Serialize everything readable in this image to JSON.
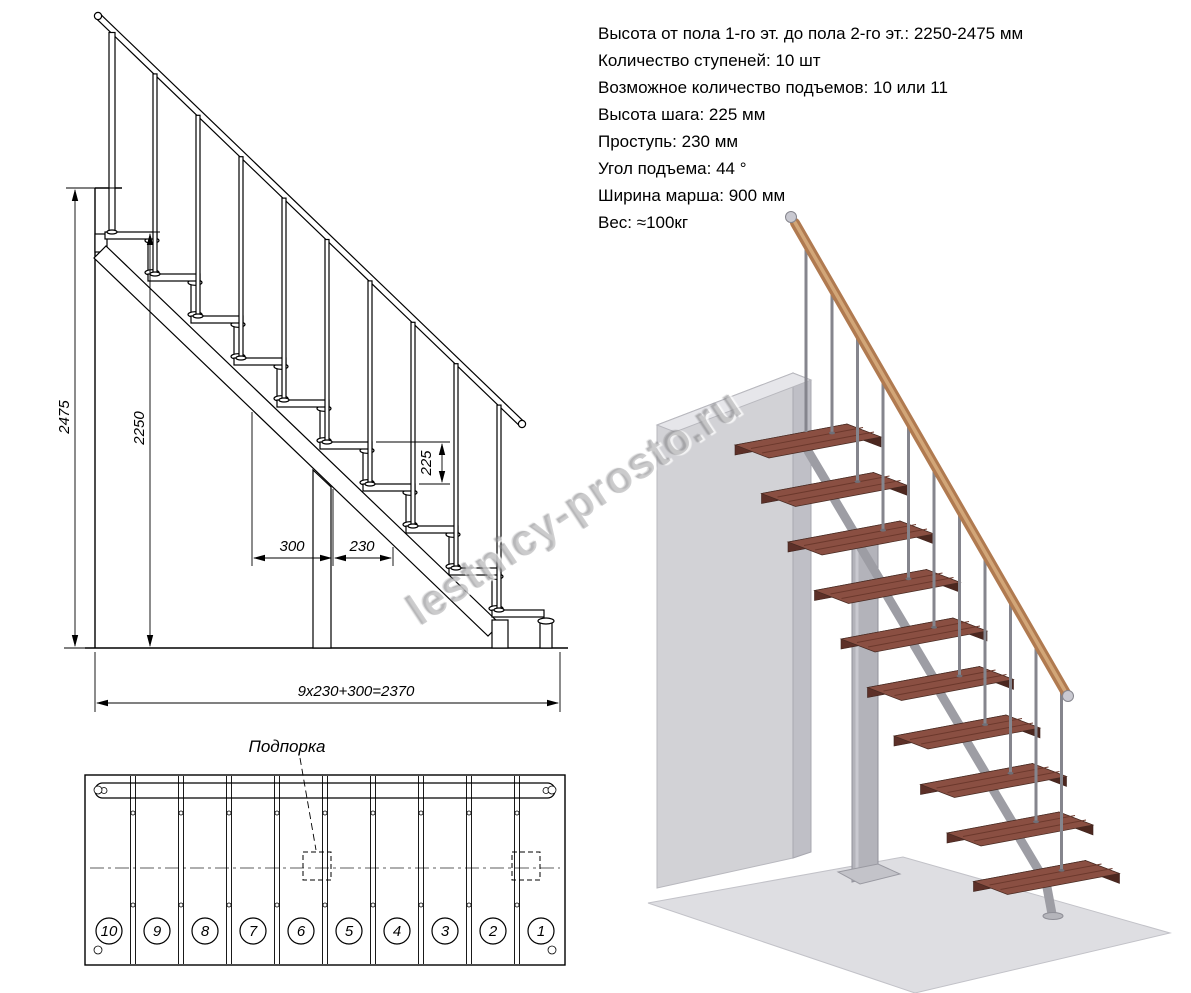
{
  "specs": {
    "lines": [
      "Высота от пола 1-го эт. до пола 2-го эт.: 2250-2475 мм",
      "Количество ступеней: 10 шт",
      "Возможное количество подъемов: 10 или 11",
      "Высота шага: 225 мм",
      "Проступь: 230 мм",
      "Угол подъема: 44 °",
      "Ширина марша: 900 мм",
      "Вес: ≈100кг"
    ]
  },
  "elevation": {
    "dim_total_height": "2475",
    "dim_floor_to_floor": "2250",
    "dim_rise": "225",
    "dim_run_300": "300",
    "dim_run_230": "230",
    "dim_total_run": "9x230+300=2370"
  },
  "plan": {
    "support_label": "Подпорка",
    "step_numbers": [
      "10",
      "9",
      "8",
      "7",
      "6",
      "5",
      "4",
      "3",
      "2",
      "1"
    ]
  },
  "render3d": {
    "watermark": "lestnicy-prosto.ru"
  },
  "colors": {
    "line": "#000000",
    "tread_wood": "#8a4f42",
    "handrail_wood": "#b07a50",
    "metal": "#9d9da4",
    "wall": "#d2d2d6"
  }
}
